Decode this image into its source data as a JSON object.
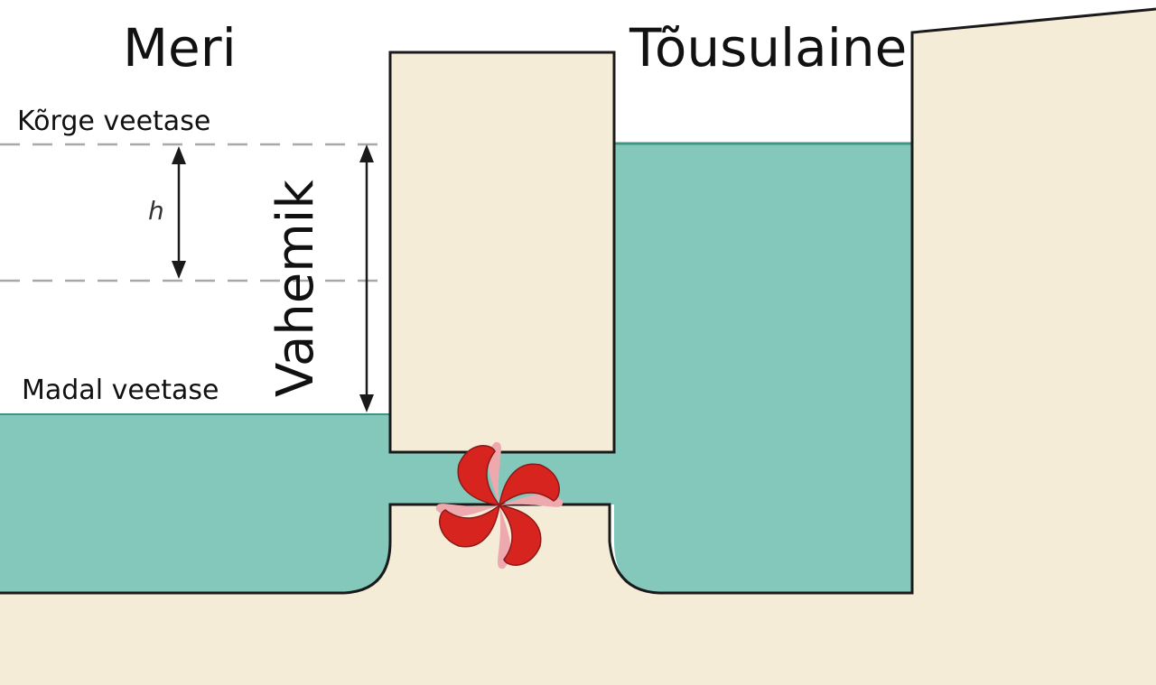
{
  "diagram": {
    "labels": {
      "sea": "Meri",
      "tidal_lagoon": "Tõusulaine",
      "high_water": "Kõrge veetase",
      "low_water": "Madal veetase",
      "head": "h",
      "tidal_range": "Vahemik"
    },
    "colors": {
      "water": "#84c8bc",
      "water_edge": "#3f9484",
      "land": "#f4ecd7",
      "outline": "#1a1a1a",
      "dashed_line": "#a8a8a8",
      "turbine_red": "#d8241f",
      "turbine_pink": "#eda9ad"
    },
    "icons": {
      "turbine": "turbine-icon"
    }
  }
}
